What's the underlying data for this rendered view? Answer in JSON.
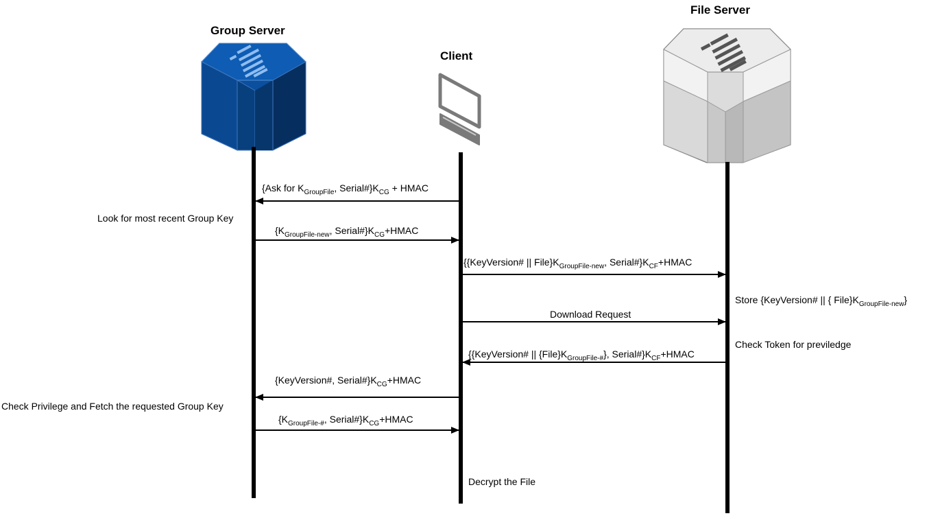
{
  "actors": {
    "group_server": "Group Server",
    "client": "Client",
    "file_server": "File Server"
  },
  "messages": {
    "m1": {
      "p1": "{Ask for K",
      "s1": "GroupFile",
      "p2": ", Serial#}K",
      "s2": "CG",
      "p3": " + HMAC"
    },
    "m2": {
      "p1": "{K",
      "s1": "GroupFile-new",
      "p2": ", Serial#}K",
      "s2": "CG",
      "p3": "+HMAC"
    },
    "m3": {
      "p1": "{{KeyVersion# || File}K",
      "s1": "GroupFile-new",
      "p2": ", Serial#}K",
      "s2": "CF",
      "p3": "+HMAC"
    },
    "m4": {
      "p1": "Download Request"
    },
    "m5": {
      "p1": "{{KeyVersion# || {File}K",
      "s1": "GroupFile-#",
      "p2": "}, Serial#}K",
      "s2": "CF",
      "p3": "+HMAC"
    },
    "m6": {
      "p1": "{KeyVersion#, Serial#}K",
      "s1": "CG",
      "p2": "+HMAC"
    },
    "m7": {
      "p1": "{K",
      "s1": "GroupFile-#",
      "p2": ", Serial#}K",
      "s2": "CG",
      "p3": "+HMAC"
    }
  },
  "notes": {
    "look_for_key": "Look for most recent Group Key",
    "store_file": {
      "p1": "Store {KeyVersion# || { File}K",
      "s1": "GroupFile-new",
      "p2": "}"
    },
    "check_token": "Check Token for previledge",
    "check_privilege": "Check Privilege and Fetch the requested Group Key",
    "decrypt_file": "Decrypt the File"
  },
  "colors": {
    "group_server": "#0a4a96",
    "file_server": "#d8d8d8",
    "client_icon": "#777777",
    "lifeline": "#000000"
  },
  "icons": {
    "group_server": "server-cube-icon",
    "client": "computer-icon",
    "file_server": "server-cube-icon"
  }
}
